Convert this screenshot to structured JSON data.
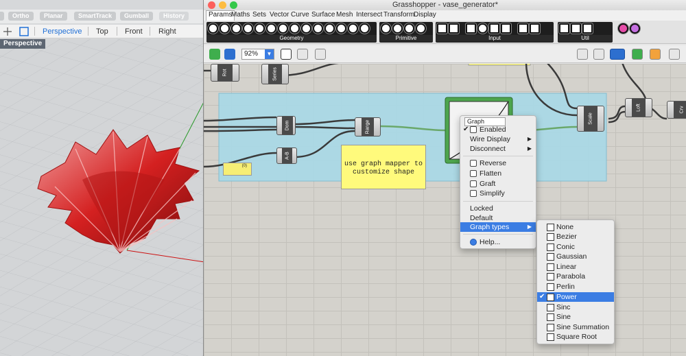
{
  "rhino": {
    "status_buttons": [
      "Ortho",
      "Planar",
      "SmartTrack",
      "Gumball",
      "History"
    ],
    "viewport_tabs": [
      "Perspective",
      "Top",
      "Front",
      "Right"
    ],
    "active_viewport_label": "Perspective",
    "accent": "#1f6fd6"
  },
  "gh": {
    "title": "Grasshopper - vase_generator*",
    "menu": [
      "Params",
      "Maths",
      "Sets",
      "Vector",
      "Curve",
      "Surface",
      "Mesh",
      "Intersect",
      "Transform",
      "Display"
    ],
    "ribbon_groups": [
      "Geometry",
      "Primitive",
      "Input",
      "Util"
    ],
    "zoom": "92%",
    "components": {
      "rot": "Rot",
      "series": "Series",
      "dom": "Dom",
      "range": "Range",
      "amb": "A-B",
      "scale": "Scale",
      "loft": "Loft",
      "crv": "Crv"
    },
    "slider_value": "(0)",
    "note_text": "use graph mapper to customize shape",
    "context_menu": {
      "name_field": "Graph",
      "items": [
        "Enabled",
        "Wire Display",
        "Disconnect",
        "Reverse",
        "Flatten",
        "Graft",
        "Simplify",
        "Locked",
        "Default",
        "Graph types",
        "Help..."
      ]
    },
    "graph_types": [
      "None",
      "Bezier",
      "Conic",
      "Gaussian",
      "Linear",
      "Parabola",
      "Perlin",
      "Power",
      "Sinc",
      "Sine",
      "Sine Summation",
      "Square Root"
    ],
    "selected_graph_type": "Power",
    "colors": {
      "highlight": "#3b7de3",
      "group": "#a9d9e7",
      "note": "#fffa7c",
      "vase": "#d42020"
    }
  }
}
